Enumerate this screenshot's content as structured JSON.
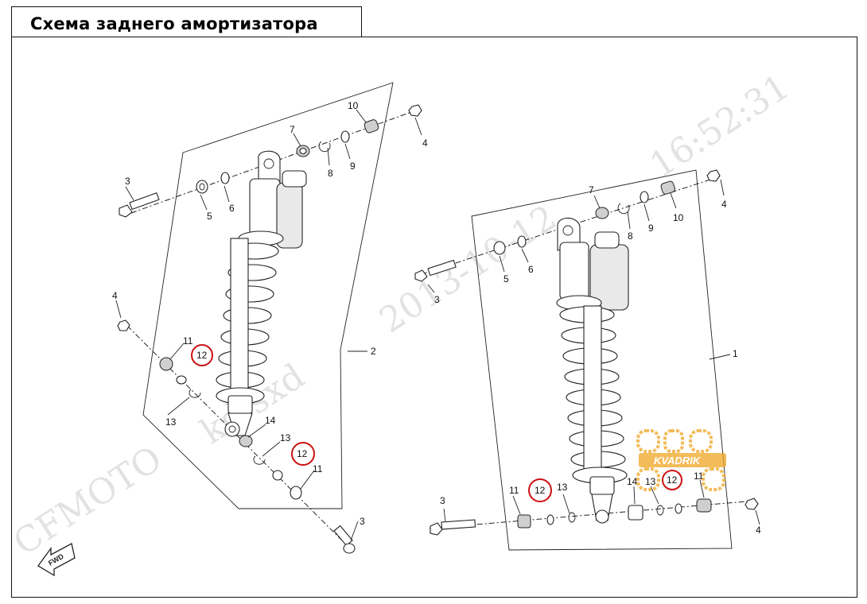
{
  "title": "Схема заднего амортизатора",
  "watermark": {
    "brand": "CFMOTO",
    "user": "kd sxd",
    "date": "2013-10-12",
    "time": "16:52:31"
  },
  "logo": {
    "text": "KVADRIK"
  },
  "left_assembly": {
    "id_label": "2",
    "callouts": {
      "p3_top": "3",
      "p5": "5",
      "p6": "6",
      "p7": "7",
      "p8": "8",
      "p9": "9",
      "p10": "10",
      "p4_top": "4",
      "p4_left": "4",
      "p11_left": "11",
      "p12_left": "12",
      "p13_left": "13",
      "p14": "14",
      "p13_right": "13",
      "p12_right": "12",
      "p11_right": "11",
      "p3_bottom": "3"
    }
  },
  "right_assembly": {
    "id_label": "1",
    "callouts": {
      "p7": "7",
      "p4_top": "4",
      "p8": "8",
      "p9": "9",
      "p10": "10",
      "p5": "5",
      "p6": "6",
      "p3_top": "3",
      "p3_bottom": "3",
      "p11_left": "11",
      "p12_left": "12",
      "p13_left": "13",
      "p14": "14",
      "p13_right": "13",
      "p12_right": "12",
      "p11_right": "11",
      "p4_bottom": "4"
    }
  },
  "fwd_arrow": "FWD",
  "colors": {
    "highlight": "#c11111",
    "logo_orange": "#f0a623",
    "line": "#222222"
  }
}
